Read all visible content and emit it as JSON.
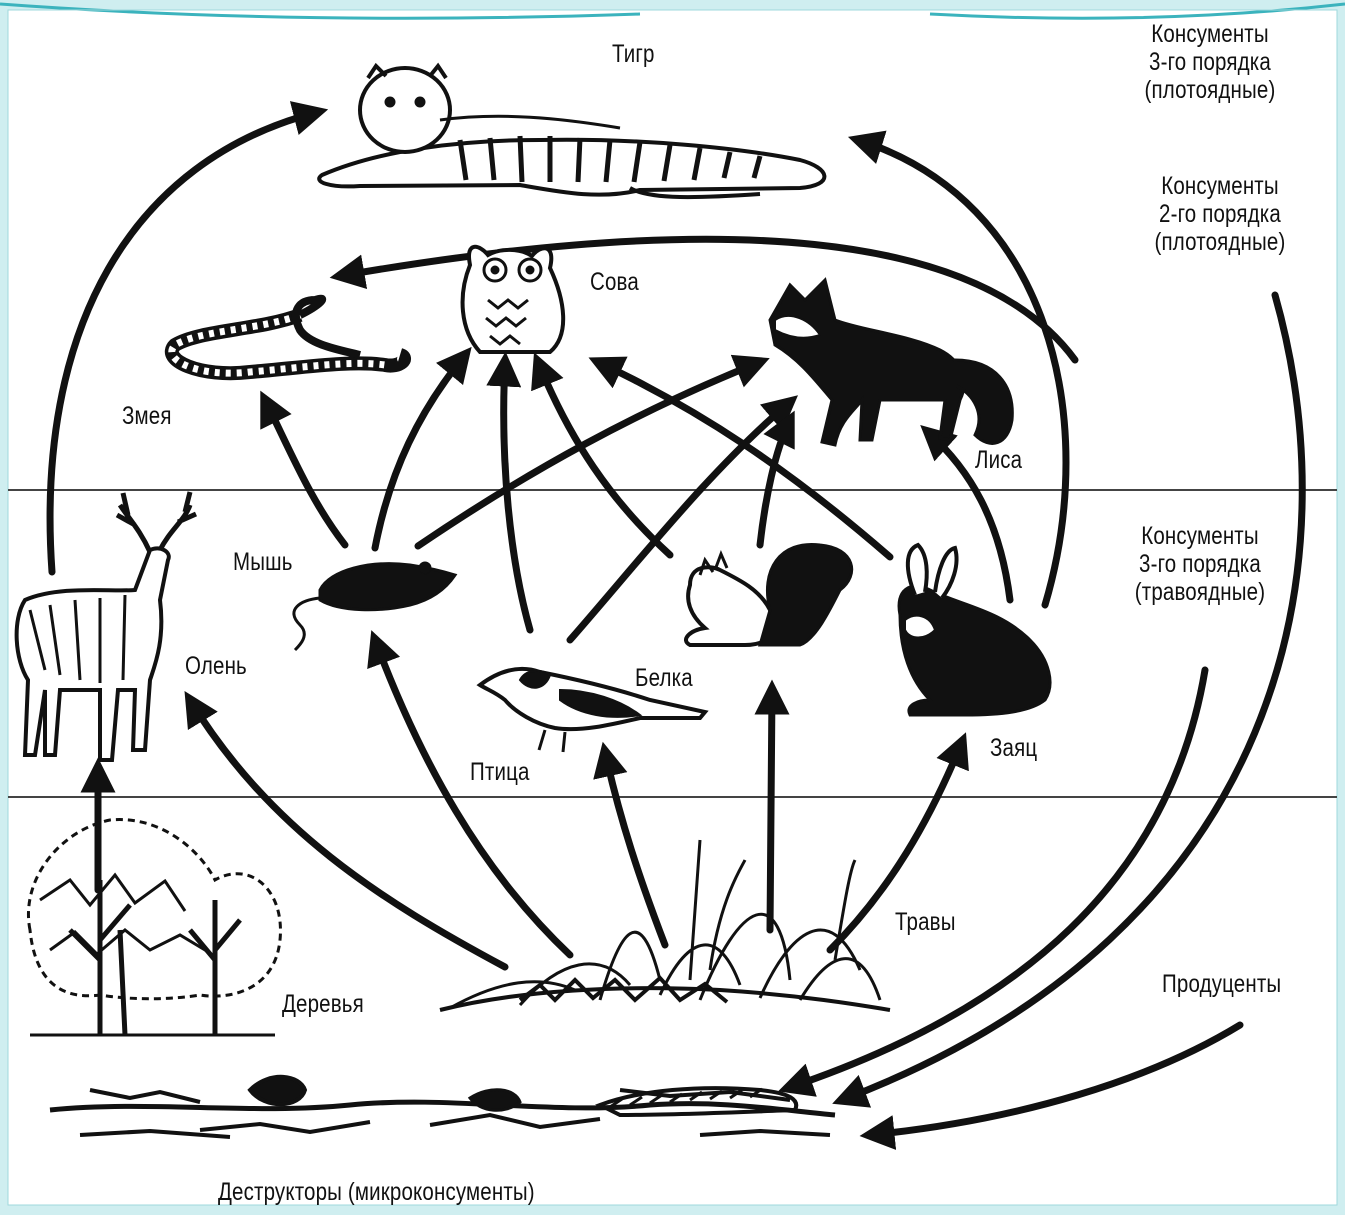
{
  "labels": {
    "tiger": "Тигр",
    "owl": "Сова",
    "snake": "Змея",
    "fox": "Лиса",
    "mouse": "Мышь",
    "deer": "Олень",
    "squirrel": "Белка",
    "hare": "Заяц",
    "bird": "Птица",
    "grass": "Травы",
    "trees": "Деревья"
  },
  "levels": {
    "consumers3_carnivores": [
      "Консументы",
      "3-го порядка",
      "(плотоядные)"
    ],
    "consumers2_carnivores": [
      "Консументы",
      "2-го порядка",
      "(плотоядные)"
    ],
    "consumers_herbivores": [
      "Консументы",
      "3-го порядка",
      "(травоядные)"
    ],
    "producers": "Продуценты",
    "destructors": "Деструкторы (микроконсументы)"
  },
  "colors": {
    "frame_accent": "#3bb3bd",
    "frame_fill": "#cfeef0",
    "ink": "#111111",
    "background": "#ffffff"
  }
}
